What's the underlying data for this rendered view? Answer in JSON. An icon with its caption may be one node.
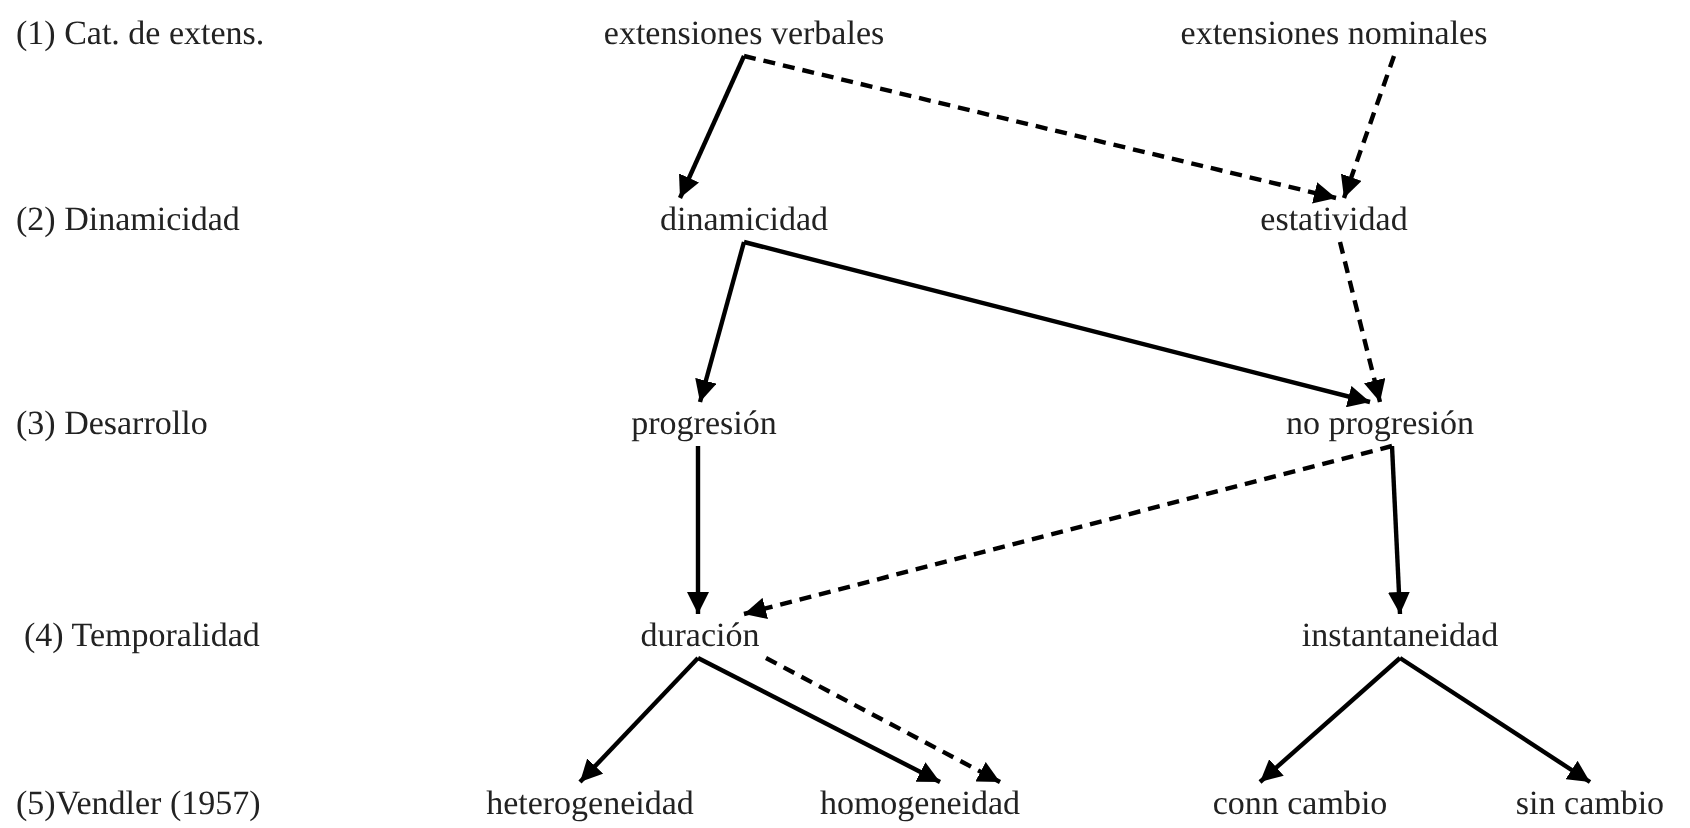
{
  "diagram": {
    "nodes": [
      {
        "text": [
          "extensiones verbales"
        ]
      },
      {
        "text": [
          "extensiones nominales"
        ]
      },
      {
        "text": [
          "dinamicidad"
        ]
      },
      {
        "text": [
          "estatividad"
        ]
      },
      {
        "text": [
          "progresión"
        ]
      },
      {
        "text": [
          "no progresión"
        ]
      },
      {
        "text": [
          "duración"
        ]
      },
      {
        "text": [
          "instantaneidad"
        ]
      },
      {
        "text": [
          "heterogeneidad"
        ]
      },
      {
        "text": [
          "homogeneidad"
        ]
      },
      {
        "text": [
          "conn cambio"
        ]
      },
      {
        "text": [
          "sin cambio"
        ]
      }
    ],
    "edges": [
      {
        "from": 0,
        "to": 2,
        "arrow": "to"
      },
      {
        "from": 0,
        "to": 3,
        "arrow": "to",
        "style": "dashed"
      },
      {
        "from": 1,
        "to": 3,
        "arrow": "to",
        "style": "dashed"
      },
      {
        "from": 2,
        "to": 4,
        "arrow": "to"
      },
      {
        "from": 2,
        "to": 5,
        "arrow": "to"
      },
      {
        "from": 3,
        "to": 5,
        "arrow": "to",
        "style": "dashed"
      },
      {
        "from": 4,
        "to": 6,
        "arrow": "to"
      },
      {
        "from": 5,
        "to": 6,
        "arrow": "to",
        "style": "dashed"
      },
      {
        "from": 5,
        "to": 7,
        "arrow": "to"
      },
      {
        "from": 6,
        "to": 8,
        "arrow": "to"
      },
      {
        "from": 6,
        "to": 9,
        "arrow": "to"
      },
      {
        "from": 6,
        "to": 9,
        "arrow": "to",
        "style": "dashed"
      },
      {
        "from": 7,
        "to": 10,
        "arrow": "to"
      },
      {
        "from": 7,
        "to": 11,
        "arrow": "to"
      }
    ],
    "labels": [
      "(1) Cat. de extens.",
      "(2) Dinamicidad",
      "(3) Desarrollo",
      "(4) Temporalidad",
      "(5)Vendler (1957)"
    ]
  }
}
